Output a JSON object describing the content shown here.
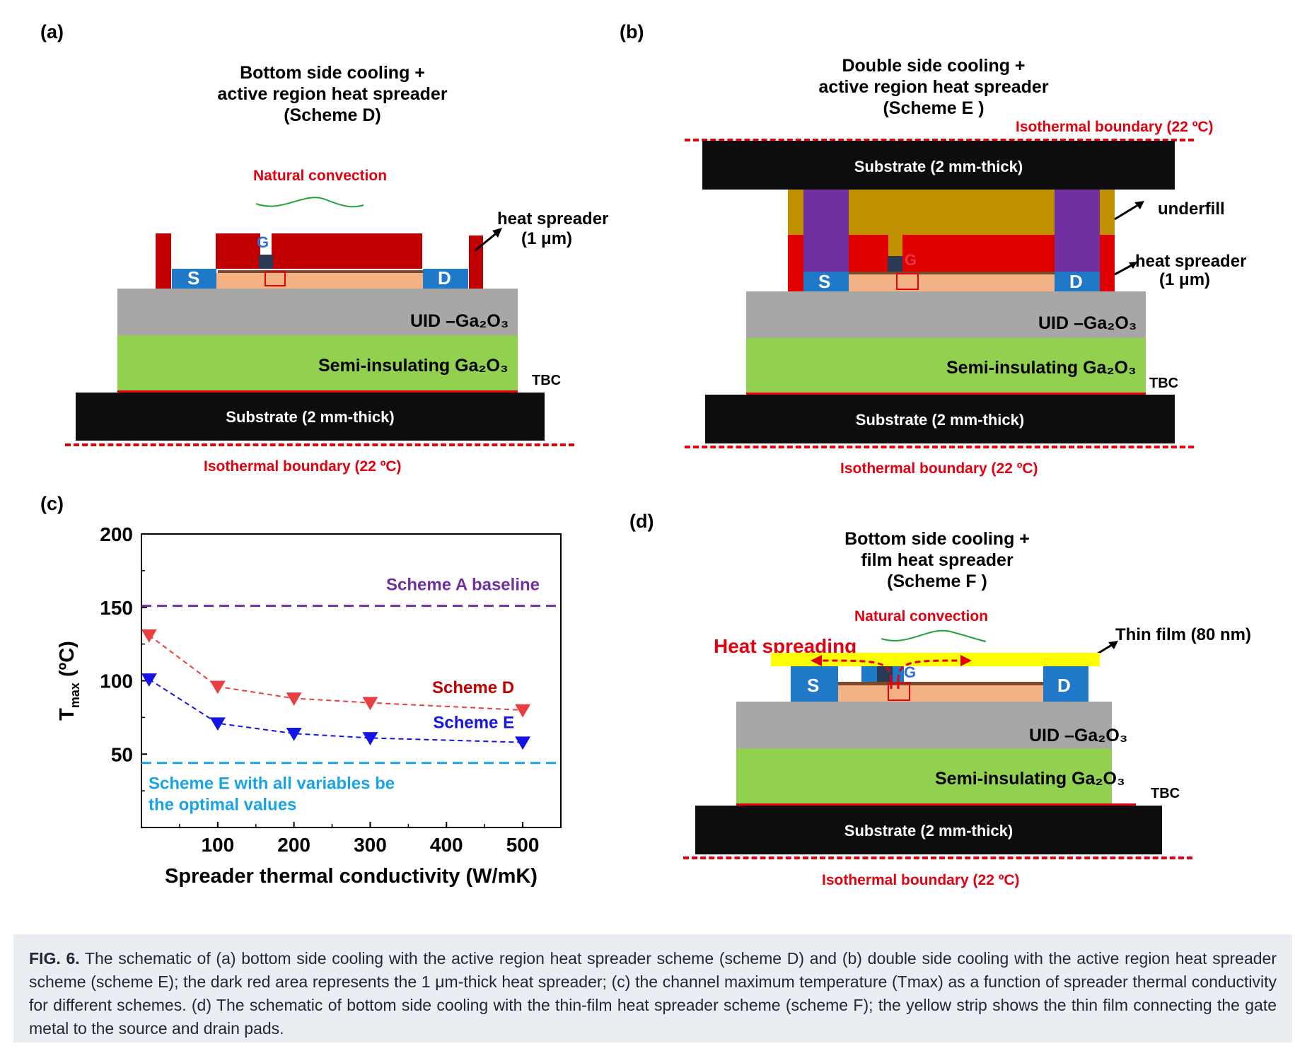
{
  "panels": {
    "a": {
      "label": "(a)",
      "title_lines": [
        "Bottom side cooling +",
        "active region heat spreader",
        "(Scheme D)"
      ],
      "natural_convection": "Natural convection",
      "heat_spreader_lines": [
        "heat spreader",
        "(1 μm)"
      ],
      "source": "S",
      "gate": "G",
      "drain": "D",
      "uid": "UID –Ga₂O₃",
      "semi": "Semi-insulating Ga₂O₃",
      "tbc": "TBC",
      "substrate": "Substrate (2 mm-thick)",
      "isothermal": "Isothermal boundary (22 ºC)"
    },
    "b": {
      "label": "(b)",
      "title_lines": [
        "Double side cooling +",
        "active region heat spreader",
        "(Scheme E )"
      ],
      "isothermal_top": "Isothermal boundary (22 ºC)",
      "substrate_top": "Substrate (2 mm-thick)",
      "underfill": "underfill",
      "heat_spreader_lines": [
        "heat spreader",
        "(1 μm)"
      ],
      "source": "S",
      "gate": "G",
      "drain": "D",
      "uid": "UID –Ga₂O₃",
      "semi": "Semi-insulating Ga₂O₃",
      "tbc": "TBC",
      "substrate": "Substrate (2 mm-thick)",
      "isothermal": "Isothermal boundary (22 ºC)"
    },
    "c": {
      "label": "(c)"
    },
    "d": {
      "label": "(d)",
      "title_lines": [
        "Bottom side cooling +",
        "film heat spreader",
        "(Scheme F )"
      ],
      "natural_convection": "Natural convection",
      "heat_spreading": "Heat spreading",
      "thin_film": "Thin film (80 nm)",
      "source": "S",
      "gate": "G",
      "drain": "D",
      "uid": "UID –Ga₂O₃",
      "semi": "Semi-insulating Ga₂O₃",
      "tbc": "TBC",
      "substrate": "Substrate (2 mm-thick)",
      "isothermal": "Isothermal boundary (22 ºC)"
    }
  },
  "chart_data": {
    "type": "line",
    "xlabel": "Spreader thermal conductivity (W/mK)",
    "ylabel": "T_max (ºC)",
    "xlim": [
      0,
      550
    ],
    "ylim": [
      0,
      200
    ],
    "xticks": [
      100,
      200,
      300,
      400,
      500
    ],
    "yticks": [
      50,
      100,
      150,
      200
    ],
    "series": [
      {
        "name": "Scheme D",
        "color": "#e84040",
        "x": [
          10,
          100,
          200,
          300,
          500
        ],
        "y": [
          131,
          96,
          88,
          85,
          80
        ]
      },
      {
        "name": "Scheme E",
        "color": "#1414e6",
        "x": [
          10,
          100,
          200,
          300,
          500
        ],
        "y": [
          101,
          71,
          64,
          61,
          58
        ]
      }
    ],
    "reference_lines": [
      {
        "name": "Scheme A baseline",
        "y": 151,
        "color": "#7030a0"
      },
      {
        "name": "Scheme E with all variables be the optimal values",
        "label_lines": [
          "Scheme E with all variables be",
          "the optimal values"
        ],
        "y": 44,
        "color": "#1aa3e6"
      }
    ]
  },
  "caption": {
    "fig": "FIG. 6.",
    "text": " The schematic of (a) bottom side cooling with the active region heat spreader scheme (scheme D) and (b) double side cooling with the active region heat spreader scheme (scheme E); the dark red area represents the 1 μm-thick heat spreader; (c) the channel maximum temperature (Tmax) as a function of spreader thermal conductivity for different schemes. (d) The schematic of bottom side cooling with the thin-film heat spreader scheme (scheme F); the yellow strip shows the thin film connecting the gate metal to the source and drain pads."
  }
}
